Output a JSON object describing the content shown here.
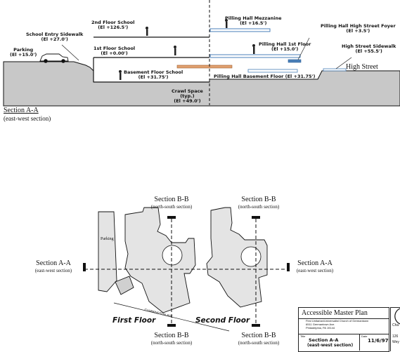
{
  "section_aa": {
    "title": "Section A-A",
    "subtitle": "(east-west section)",
    "labels": {
      "floor2_school": "2nd Floor School",
      "floor2_school_el": "(El +126.5')",
      "school_entry": "School Entry Sidewalk",
      "school_entry_el": "(El +27.0')",
      "parking": "Parking",
      "parking_el": "(El +15.0')",
      "floor1_school": "1st Floor School",
      "floor1_school_el": "(El +0.00')",
      "basement_school": "Basement Floor School",
      "basement_school_el": "(El +31.75')",
      "crawl_space": "Crawl Space",
      "crawl_space_sub": "(typ.)",
      "crawl_space_el": "(El +49.0')",
      "pilling_mezz": "Pilling Hall Mezzanine",
      "pilling_mezz_el": "(El +16.5')",
      "pilling_floor": "Pilling Hall 1st Floor",
      "pilling_floor_el": "(El +15.0')",
      "pilling_basement": "Pilling Hall Basement Floor (El +31.75')",
      "high_foyer": "Pilling Hall High Street Foyer",
      "high_foyer_el": "(El +3.5')",
      "high_sidewalk": "High Street Sidewalk",
      "high_sidewalk_el": "(El +55.5')",
      "high_street": "High Street"
    }
  },
  "plan": {
    "section_bb_label": "Section B-B",
    "section_bb_sub": "(north-south section)",
    "section_aa_label": "Section A-A",
    "section_aa_sub": "(east-west section)",
    "parking_label": "Parking",
    "street_label": "CUMMINGTON AVE.",
    "first_floor": "First Floor",
    "second_floor": "Second Floor"
  },
  "title_block": {
    "heading": "Accessible Master Plan",
    "org_line1": "First Unitarian/Universalist Church of Germantown",
    "org_line2": "6511 Germantown Ave.",
    "org_line3": "Philadelphia, PA 19144",
    "drawing_label": "Title",
    "drawing_name": "Section A-A",
    "drawing_sub": "(east-west section)",
    "date_label": "Date",
    "date_value": "11/6/97",
    "side1": "Cha",
    "side2": "126",
    "side3": "Wey"
  },
  "colors": {
    "ground": "#c8c8c8",
    "outline": "#111111",
    "accent_blue": "#4a7fb8",
    "accent_orange": "#e0a070",
    "plan_fill": "#e4e4e4"
  }
}
